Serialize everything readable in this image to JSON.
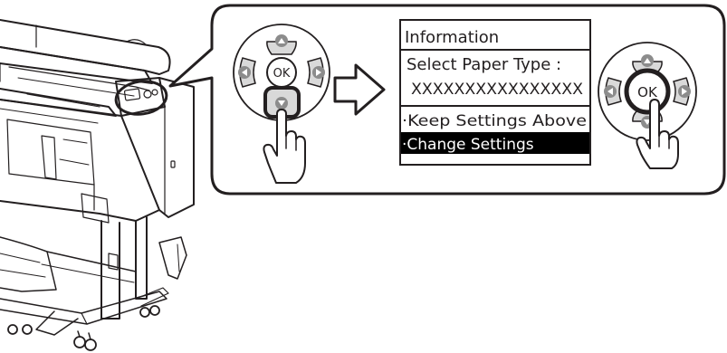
{
  "lcd": {
    "title": "Information",
    "line1": "Select Paper Type :",
    "line2": "XXXXXXXXXXXXXXXX",
    "option1": "·Keep Settings Above",
    "option2": "·Change Settings"
  },
  "buttons": {
    "ok_label": "OK"
  },
  "icons": {
    "up": "triangle-up",
    "down": "triangle-down",
    "left": "triangle-left",
    "right": "triangle-right",
    "arrow": "right-arrow",
    "finger": "pointing-hand"
  },
  "colors": {
    "line": "#231f20",
    "key_gray": "#d9d9d9",
    "key_dark": "#8c8c8c",
    "highlight": "#000000",
    "highlight_text": "#ffffff",
    "background": "#ffffff"
  }
}
